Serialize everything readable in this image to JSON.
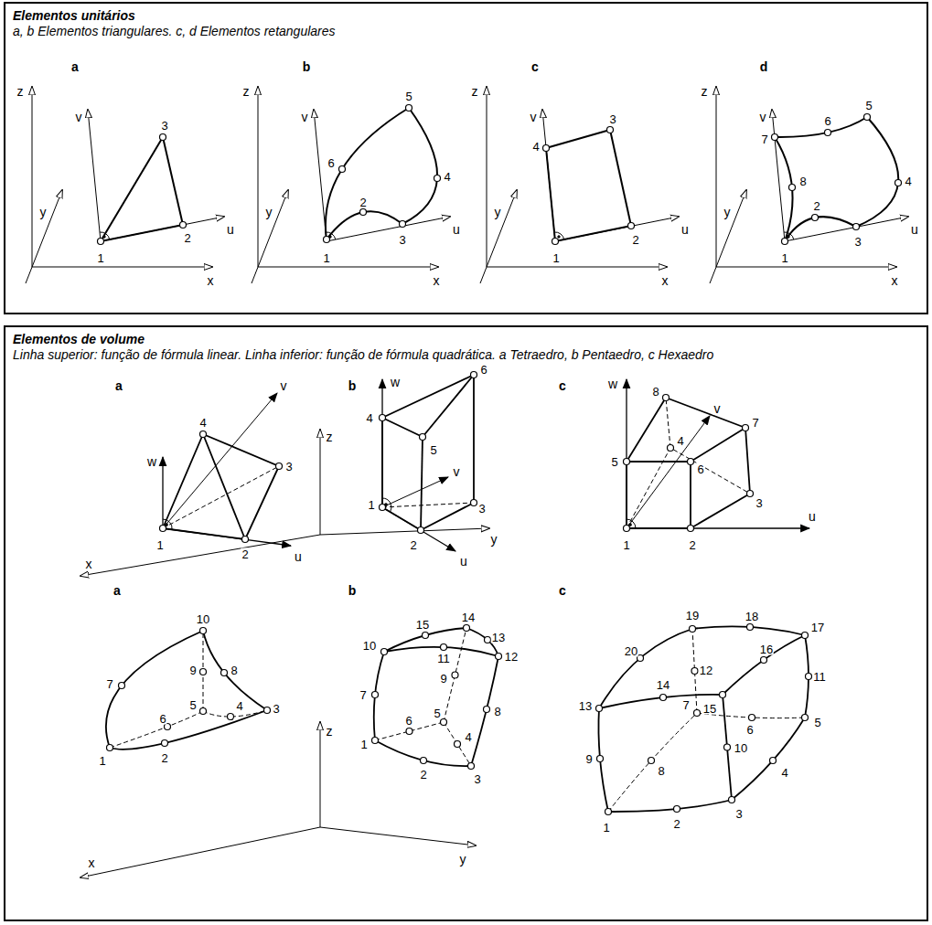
{
  "diagram": {
    "nodes": [
      {
        "text": [
          "Elementos unitários",
          "a, b Elementos triangulares. c, d Elementos retangulares"
        ]
      },
      {
        "text": [
          "Elementos de volume",
          "Linha superior: função de fórmula linear. Linha inferior: função de fórmula quadrática. a Tetraedro, b Pentaedro, c Hexaedro"
        ]
      }
    ],
    "labels": [
      "a",
      "z",
      "v",
      "y",
      "3",
      "2",
      "1",
      "u",
      "x",
      "b",
      "z",
      "v",
      "y",
      "5",
      "6",
      "4",
      "2",
      "1",
      "3",
      "u",
      "x",
      "c",
      "z",
      "v",
      "y",
      "3",
      "4",
      "2",
      "1",
      "u",
      "x",
      "d",
      "z",
      "v",
      "y",
      "7",
      "6",
      "5",
      "4",
      "8",
      "2",
      "1",
      "3",
      "u",
      "x",
      "a",
      "4",
      "w",
      "v",
      "3",
      "1",
      "2",
      "u",
      "x",
      "z",
      "b",
      "w",
      "6",
      "4",
      "5",
      "v",
      "1",
      "3",
      "2",
      "u",
      "y",
      "c",
      "w",
      "8",
      "7",
      "v",
      "4",
      "5",
      "6",
      "3",
      "1",
      "2",
      "u",
      "a",
      "10",
      "7",
      "9",
      "8",
      "5",
      "6",
      "4",
      "3",
      "1",
      "2",
      "z",
      "x",
      "b",
      "10",
      "15",
      "14",
      "13",
      "11",
      "12",
      "9",
      "7",
      "8",
      "6",
      "5",
      "4",
      "1",
      "2",
      "3",
      "y",
      "c",
      "19",
      "18",
      "20",
      "17",
      "12",
      "16",
      "13",
      "14",
      "11",
      "7",
      "15",
      "6",
      "5",
      "8",
      "9",
      "10",
      "4",
      "1",
      "2",
      "3"
    ]
  }
}
